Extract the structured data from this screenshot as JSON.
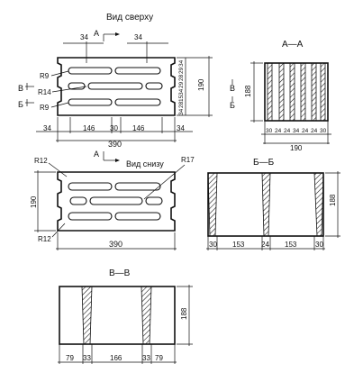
{
  "views": {
    "top": {
      "title": "Вид сверху",
      "section_mark": "А"
    },
    "bottom": {
      "title": "Вид снизу",
      "section_mark": "А"
    }
  },
  "sections": {
    "aa": {
      "title": "А—А"
    },
    "bb": {
      "title": "Б—Б"
    },
    "vv": {
      "title": "В—В"
    }
  },
  "section_marks": {
    "v": "В",
    "b": "Б"
  },
  "radii": {
    "r9a": "R9",
    "r14": "R14",
    "r9b": "R9",
    "r12a": "R12",
    "r17": "R17",
    "r12b": "R12"
  },
  "dims": {
    "top_34a": "34",
    "top_34b": "34",
    "top_190": "190",
    "top_side": [
      "34",
      "29",
      "28",
      "29",
      "34",
      "15",
      "28",
      "34"
    ],
    "top_bottom": [
      "34",
      "146",
      "30",
      "146",
      "34"
    ],
    "top_390": "390",
    "aa_188": "188",
    "aa_bottom": [
      "30",
      "24",
      "24",
      "34",
      "24",
      "24",
      "30"
    ],
    "aa_190": "190",
    "bot_190": "190",
    "bot_390": "390",
    "bb_188": "188",
    "bb_bottom": [
      "30",
      "153",
      "24",
      "153",
      "30"
    ],
    "vv_188": "188",
    "vv_bottom": [
      "79",
      "33",
      "166",
      "33",
      "79"
    ]
  }
}
